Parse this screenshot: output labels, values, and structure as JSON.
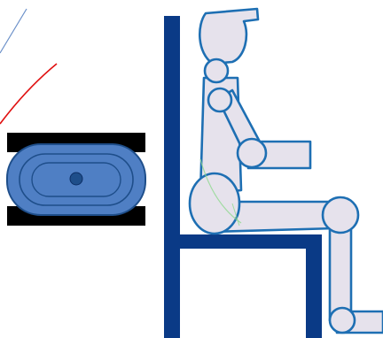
{
  "palette": {
    "background": "#ffffff",
    "chair_navy": "#0a3a86",
    "dummy_fill": "#e6e2ec",
    "dummy_stroke": "#1e6fb3",
    "belt_black": "#000000",
    "retractor_blue": "#4f7fc4",
    "retractor_stroke": "#1e4e8a",
    "belt_red": "#e01010",
    "accent_green": "#8fd98f"
  },
  "diagram": {
    "subject": "seated-crash-test-dummy",
    "parts": [
      "head",
      "neck",
      "torso",
      "upper-arm",
      "forearm",
      "pelvis",
      "thigh",
      "knee",
      "lower-leg",
      "foot",
      "seat",
      "backrest",
      "belt-retractor",
      "seat-belt"
    ]
  }
}
